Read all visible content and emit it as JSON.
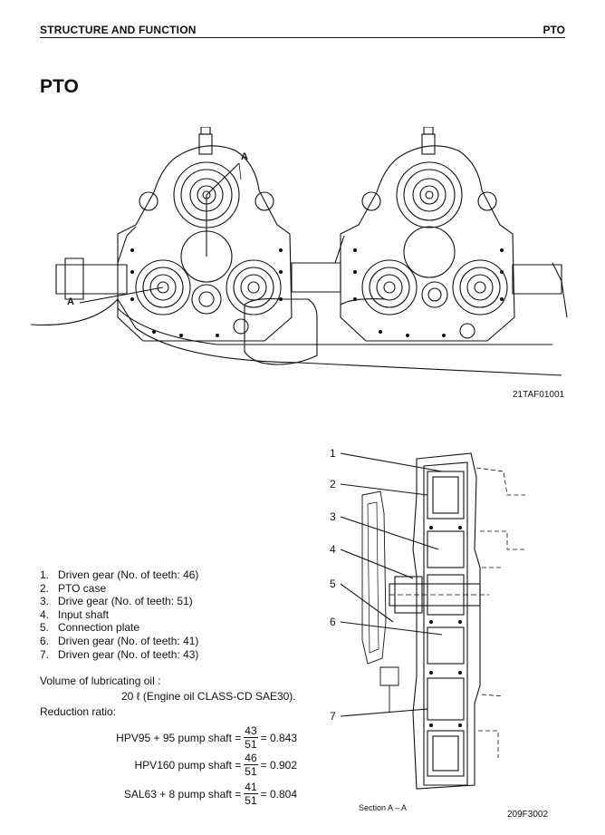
{
  "header": {
    "section": "STRUCTURE AND FUNCTION",
    "page_tag": "PTO"
  },
  "title": "PTO",
  "figure1": {
    "code": "21TAF01001",
    "label_a_top": "A",
    "label_a_left": "A"
  },
  "parts": [
    {
      "num": "1.",
      "label": "Driven gear (No. of teeth: 46)"
    },
    {
      "num": "2.",
      "label": "PTO case"
    },
    {
      "num": "3.",
      "label": "Drive gear (No. of teeth: 51)"
    },
    {
      "num": "4.",
      "label": "Input shaft"
    },
    {
      "num": "5.",
      "label": "Connection plate"
    },
    {
      "num": "6.",
      "label": "Driven gear (No. of teeth: 41)"
    },
    {
      "num": "7.",
      "label": "Driven gear (No. of teeth: 43)"
    }
  ],
  "oil": {
    "label": "Volume of lubricating oil :",
    "value": "20 ℓ (Engine oil CLASS-CD SAE30)."
  },
  "reduction": {
    "label": "Reduction ratio:",
    "items": [
      {
        "name": "HPV95 + 95 pump shaft =",
        "num": "43",
        "den": "51",
        "result": "= 0.843"
      },
      {
        "name": "HPV160 pump shaft =",
        "num": "46",
        "den": "51",
        "result": "= 0.902"
      },
      {
        "name": "SAL63 + 8 pump shaft =",
        "num": "41",
        "den": "51",
        "result": "= 0.804"
      }
    ]
  },
  "figure2": {
    "code": "209F3002",
    "caption": "Section A – A",
    "callouts": [
      "1",
      "2",
      "3",
      "4",
      "5",
      "6",
      "7"
    ]
  }
}
